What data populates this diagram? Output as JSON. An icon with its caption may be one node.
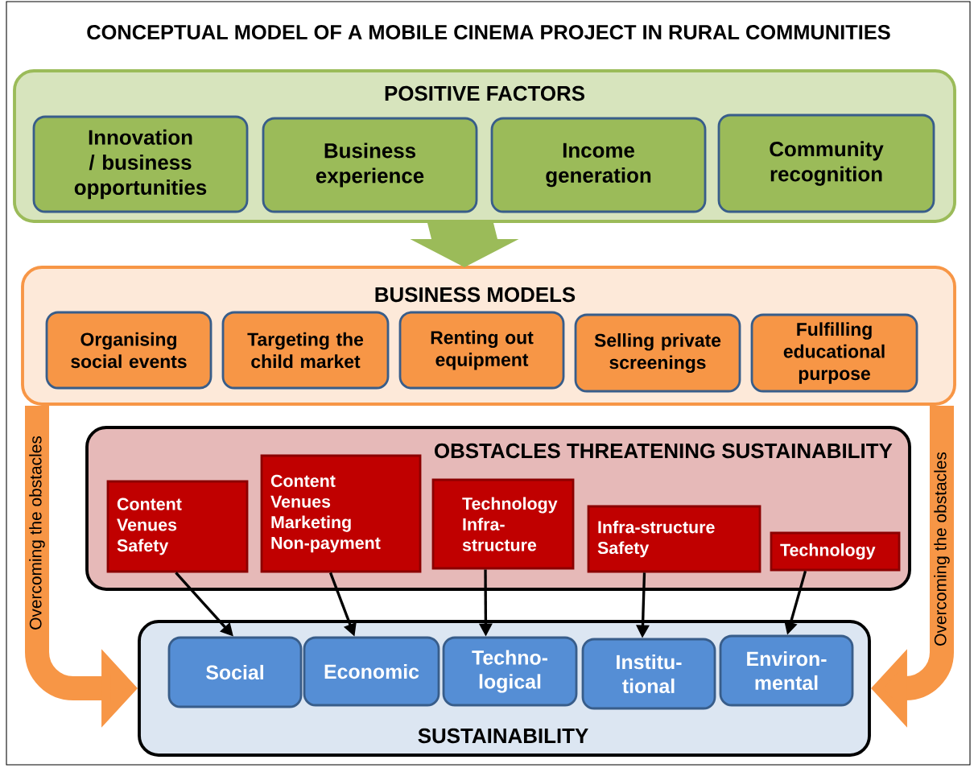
{
  "diagram": {
    "title": "CONCEPTUAL MODEL OF A MOBILE CINEMA PROJECT IN RURAL COMMUNITIES",
    "nodes": [
      {
        "text": [
          "POSITIVE FACTORS"
        ]
      },
      {
        "text": [
          "Innovation / business opportunities"
        ],
        "in": 0
      },
      {
        "text": [
          "Business experience"
        ],
        "in": 0
      },
      {
        "text": [
          "Income generation"
        ],
        "in": 0
      },
      {
        "text": [
          "Community recognition"
        ],
        "in": 0
      },
      {
        "text": [
          "BUSINESS MODELS"
        ]
      },
      {
        "text": [
          "Organising social events"
        ],
        "in": 5
      },
      {
        "text": [
          "Targeting the child market"
        ],
        "in": 5
      },
      {
        "text": [
          "Renting out equipment"
        ],
        "in": 5
      },
      {
        "text": [
          "Selling private screenings"
        ],
        "in": 5
      },
      {
        "text": [
          "Fulfilling educational purpose"
        ],
        "in": 5
      },
      {
        "text": [
          "OBSTACLES THREATENING SUSTAINABILITY"
        ]
      },
      {
        "text": [
          "Content",
          "Venues",
          "Safety"
        ],
        "in": 11
      },
      {
        "text": [
          "Content",
          "Venues",
          "Marketing",
          "Non-payment"
        ],
        "in": 11
      },
      {
        "text": [
          "Technology",
          "Infra-structure"
        ],
        "in": 11
      },
      {
        "text": [
          "Infra-structure",
          "Safety"
        ],
        "in": 11
      },
      {
        "text": [
          "Technology"
        ],
        "in": 11
      },
      {
        "text": [
          "SUSTAINABILITY"
        ]
      },
      {
        "text": [
          "Social"
        ],
        "in": 17
      },
      {
        "text": [
          "Economic"
        ],
        "in": 17
      },
      {
        "text": [
          "Techno- logical"
        ],
        "in": 17
      },
      {
        "text": [
          "Institu- tional"
        ],
        "in": 17
      },
      {
        "text": [
          "Environ- mental"
        ],
        "in": 17
      }
    ],
    "edges": [
      {
        "from": 0,
        "to": 5,
        "arrow": "to",
        "style": "thick",
        "color": "#9bbb59"
      },
      {
        "from": 5,
        "to": 17,
        "arrow": "to",
        "label": "Overcoming the obstacles",
        "style": "thick",
        "color": "#f79646"
      },
      {
        "from": 5,
        "to": 17,
        "arrow": "to",
        "label": "Overcoming the obstacles",
        "style": "thick",
        "color": "#f79646"
      },
      {
        "from": 12,
        "to": 18,
        "arrow": "to"
      },
      {
        "from": 13,
        "to": 19,
        "arrow": "to"
      },
      {
        "from": 14,
        "to": 20,
        "arrow": "to"
      },
      {
        "from": 15,
        "to": 21,
        "arrow": "to"
      },
      {
        "from": 16,
        "to": 22,
        "arrow": "to"
      }
    ]
  }
}
